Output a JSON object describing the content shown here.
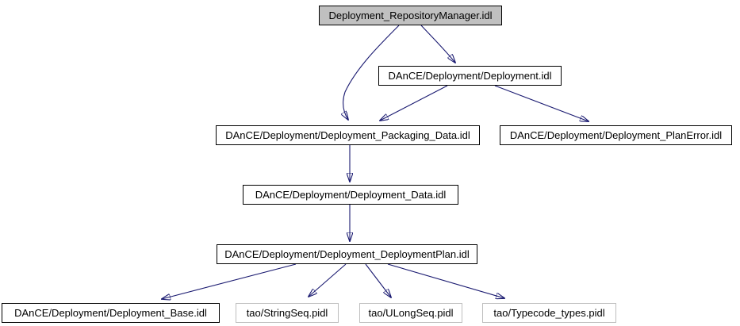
{
  "colors": {
    "arrow": "#191970",
    "node_border": "#000000",
    "external_node_border": "#bebebe",
    "current_node_fill": "#c0c0c0",
    "background": "#ffffff",
    "text": "#000000"
  },
  "graph": {
    "type": "include-dependency-graph",
    "nodes": [
      {
        "id": "deployment-repositorymanager-idl",
        "label": "Deployment_RepositoryManager.idl",
        "role": "current"
      },
      {
        "id": "dance-deployment-deployment-idl",
        "label": "DAnCE/Deployment/Deployment.idl",
        "role": "linked"
      },
      {
        "id": "dance-deployment-deployment-packaging-data-idl",
        "label": "DAnCE/Deployment/Deployment_Packaging_Data.idl",
        "role": "linked"
      },
      {
        "id": "dance-deployment-deployment-planerror-idl",
        "label": "DAnCE/Deployment/Deployment_PlanError.idl",
        "role": "linked"
      },
      {
        "id": "dance-deployment-deployment-data-idl",
        "label": "DAnCE/Deployment/Deployment_Data.idl",
        "role": "linked"
      },
      {
        "id": "dance-deployment-deployment-deploymentplan-idl",
        "label": "DAnCE/Deployment/Deployment_DeploymentPlan.idl",
        "role": "linked"
      },
      {
        "id": "dance-deployment-deployment-base-idl",
        "label": "DAnCE/Deployment/Deployment_Base.idl",
        "role": "linked"
      },
      {
        "id": "tao-stringseq-pidl",
        "label": "tao/StringSeq.pidl",
        "role": "external"
      },
      {
        "id": "tao-ulongseq-pidl",
        "label": "tao/ULongSeq.pidl",
        "role": "external"
      },
      {
        "id": "tao-typecode-types-pidl",
        "label": "tao/Typecode_types.pidl",
        "role": "external"
      }
    ],
    "edges": [
      {
        "from": "Deployment_RepositoryManager.idl",
        "to": "DAnCE/Deployment/Deployment.idl"
      },
      {
        "from": "Deployment_RepositoryManager.idl",
        "to": "DAnCE/Deployment/Deployment_Packaging_Data.idl"
      },
      {
        "from": "DAnCE/Deployment/Deployment.idl",
        "to": "DAnCE/Deployment/Deployment_Packaging_Data.idl"
      },
      {
        "from": "DAnCE/Deployment/Deployment.idl",
        "to": "DAnCE/Deployment/Deployment_PlanError.idl"
      },
      {
        "from": "DAnCE/Deployment/Deployment_Packaging_Data.idl",
        "to": "DAnCE/Deployment/Deployment_Data.idl"
      },
      {
        "from": "DAnCE/Deployment/Deployment_Data.idl",
        "to": "DAnCE/Deployment/Deployment_DeploymentPlan.idl"
      },
      {
        "from": "DAnCE/Deployment/Deployment_DeploymentPlan.idl",
        "to": "DAnCE/Deployment/Deployment_Base.idl"
      },
      {
        "from": "DAnCE/Deployment/Deployment_DeploymentPlan.idl",
        "to": "tao/StringSeq.pidl"
      },
      {
        "from": "DAnCE/Deployment/Deployment_DeploymentPlan.idl",
        "to": "tao/ULongSeq.pidl"
      },
      {
        "from": "DAnCE/Deployment/Deployment_DeploymentPlan.idl",
        "to": "tao/Typecode_types.pidl"
      }
    ]
  }
}
